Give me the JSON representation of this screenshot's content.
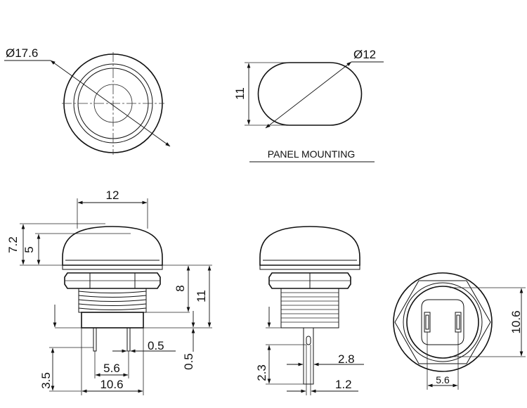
{
  "front_view": {
    "diameter_label": "Ø17.6"
  },
  "panel_cutout": {
    "diameter_label": "Ø12",
    "height_label": "11",
    "title": "PANEL MOUNTING"
  },
  "side_view": {
    "cap_width_label": "12",
    "cap_height_label": "7.2",
    "dome_height_label": "5",
    "thread_length_label": "8",
    "body_height_label": "11",
    "terminal_thickness_label": "0.5",
    "terminal_gap_label": "0.5",
    "terminal_length_label": "3.5",
    "terminal_pitch_label": "5.6",
    "body_width_label": "10.6"
  },
  "side_view_2": {
    "terminal_width_label": "2.8",
    "terminal_length_label": "2.3",
    "hole_width_label": "1.2"
  },
  "bottom_view": {
    "height_label": "10.6",
    "pitch_label": "5.6"
  }
}
